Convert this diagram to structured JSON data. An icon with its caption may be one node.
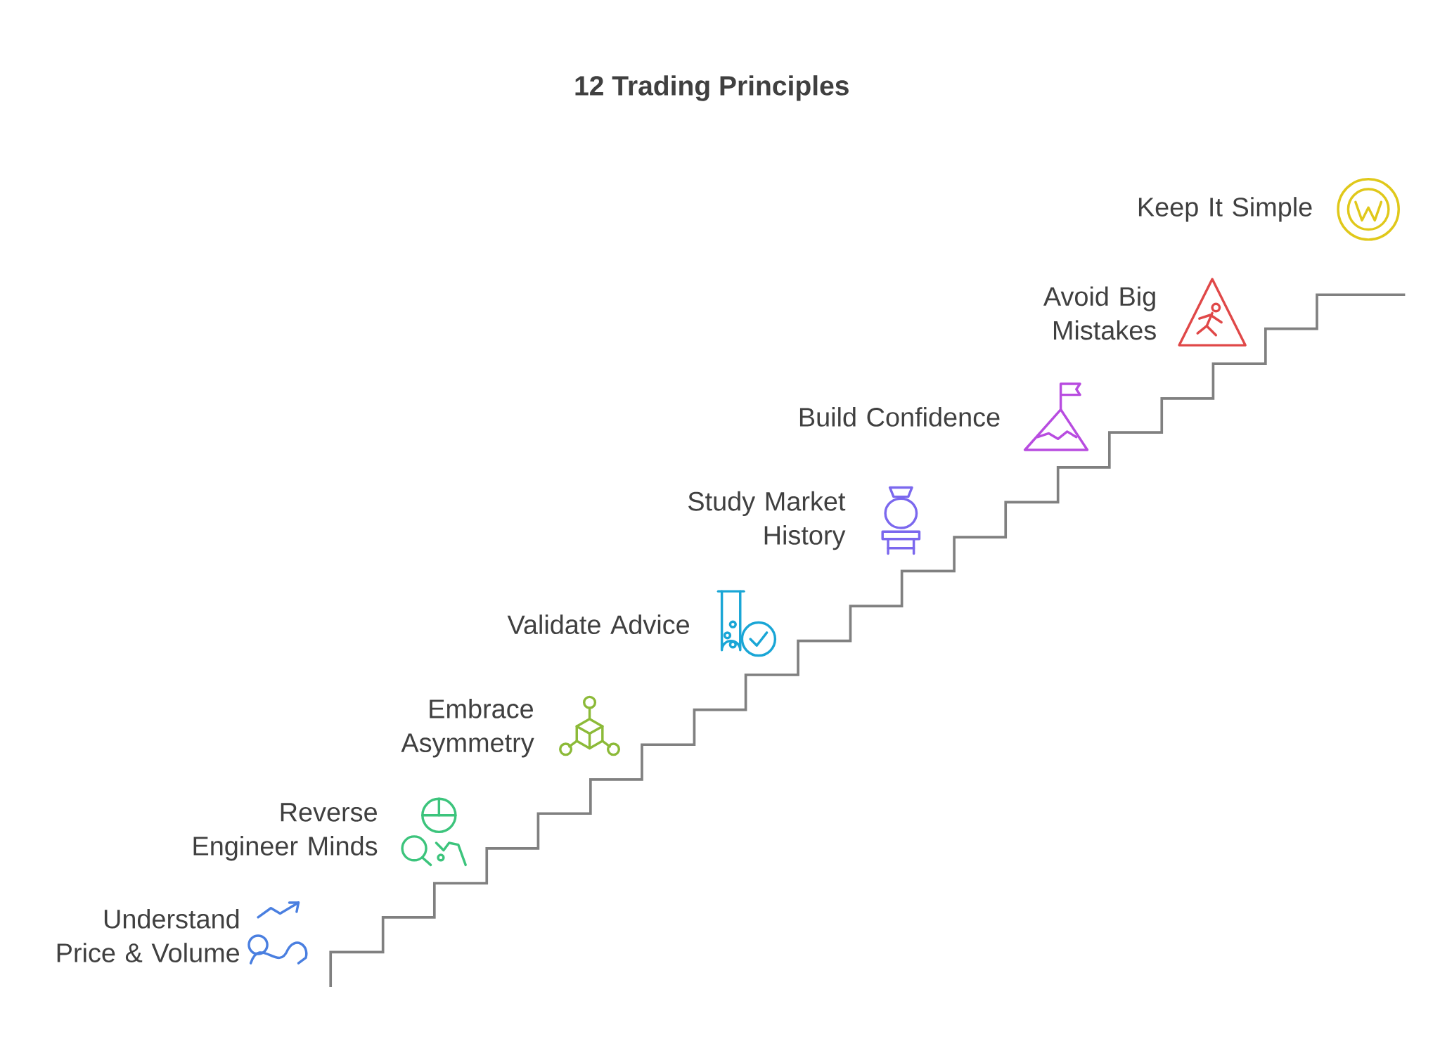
{
  "diagram": {
    "title": "12 Trading Principles",
    "labels": [
      "Keep It Simple",
      "Avoid Big Mistakes",
      "Build Confidence",
      "Study Market History",
      "Validate Advice",
      "Embrace Asymmetry",
      "Reverse Engineer Minds",
      "Understand Price & Volume"
    ]
  }
}
